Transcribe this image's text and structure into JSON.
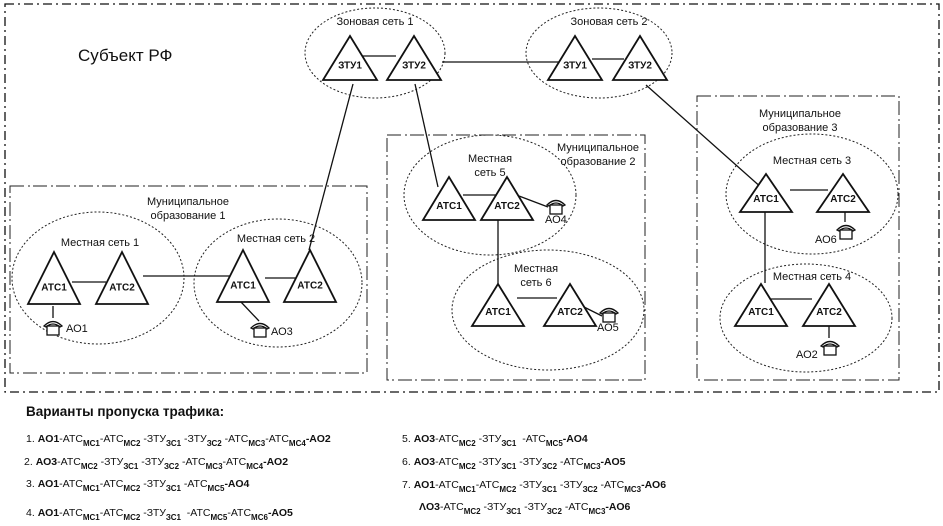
{
  "region_label": "Субъект РФ",
  "zones": [
    {
      "label": "Зоновая сеть 1",
      "nodes": [
        "ЗТУ1",
        "ЗТУ2"
      ]
    },
    {
      "label": "Зоновая сеть 2",
      "nodes": [
        "ЗТУ1",
        "ЗТУ2"
      ]
    }
  ],
  "municipalities": [
    {
      "label_line1": "Муниципальное",
      "label_line2": "образование 1"
    },
    {
      "label_line1": "Муниципальное",
      "label_line2": "образование 2"
    },
    {
      "label_line1": "Муниципальное",
      "label_line2": "образование 3"
    }
  ],
  "local_networks": [
    {
      "label": "Местная сеть 1",
      "nodes": [
        "АТС1",
        "АТС2"
      ],
      "subscriber": "АО1"
    },
    {
      "label": "Местная сеть 2",
      "nodes": [
        "АТС1",
        "АТС2"
      ],
      "subscriber": "АО3"
    },
    {
      "label_line1": "Местная",
      "label_line2": "сеть 5",
      "nodes": [
        "АТС1",
        "АТС2"
      ],
      "subscriber": "АО4"
    },
    {
      "label_line1": "Местная",
      "label_line2": "сеть 6",
      "nodes": [
        "АТС1",
        "АТС2"
      ],
      "subscriber": "АО5"
    },
    {
      "label": "Местная сеть 3",
      "nodes": [
        "АТС1",
        "АТС2"
      ],
      "subscriber": "АО6"
    },
    {
      "label": "Местная сеть 4",
      "nodes": [
        "АТС1",
        "АТС2"
      ],
      "subscriber": "АО2"
    }
  ],
  "traffic": {
    "title": "Варианты пропуска трафика:",
    "routes": [
      {
        "num": "1.",
        "parts": [
          [
            "AO1",
            "",
            true
          ],
          [
            "-АТС",
            "МС1",
            false
          ],
          [
            "-АТС",
            "МС2",
            false
          ],
          [
            " -ЗТУ",
            "ЗС1",
            false
          ],
          [
            " -ЗТУ",
            "ЗС2",
            false
          ],
          [
            " -АТС",
            "МС3",
            false
          ],
          [
            "-АТС",
            "МС4",
            false
          ],
          [
            "-АО2",
            "",
            true
          ]
        ]
      },
      {
        "num": "2.",
        "parts": [
          [
            "АО3",
            "",
            true
          ],
          [
            "-АТС",
            "МС2",
            false
          ],
          [
            " -ЗТУ",
            "ЗС1",
            false
          ],
          [
            " -ЗТУ",
            "ЗС2",
            false
          ],
          [
            " -АТС",
            "МС3",
            false
          ],
          [
            "-АТС",
            "МС4",
            false
          ],
          [
            "-АО2",
            "",
            true
          ]
        ]
      },
      {
        "num": "3.",
        "parts": [
          [
            "АО1",
            "",
            true
          ],
          [
            "-АТС",
            "МС1",
            false
          ],
          [
            "-АТС",
            "МС2",
            false
          ],
          [
            " -ЗТУ",
            "ЗС1",
            false
          ],
          [
            " -АТС",
            "МС5",
            false
          ],
          [
            "-АО4",
            "",
            true
          ]
        ]
      },
      {
        "num": "4.",
        "parts": [
          [
            "АО1",
            "",
            true
          ],
          [
            "-АТС",
            "МС1",
            false
          ],
          [
            "-АТС",
            "МС2",
            false
          ],
          [
            " -ЗТУ",
            "ЗС1",
            false
          ],
          [
            "  -АТС",
            "МС5",
            false
          ],
          [
            "-АТС",
            "МС6",
            false
          ],
          [
            "-АО5",
            "",
            true
          ]
        ]
      },
      {
        "num": "5.",
        "parts": [
          [
            "АО3",
            "",
            true
          ],
          [
            "-АТС",
            "МС2",
            false
          ],
          [
            " -ЗТУ",
            "ЗС1",
            false
          ],
          [
            "  -АТС",
            "МС5",
            false
          ],
          [
            "-АО4",
            "",
            true
          ]
        ]
      },
      {
        "num": "6.",
        "parts": [
          [
            "АО3",
            "",
            true
          ],
          [
            "-АТС",
            "МС2",
            false
          ],
          [
            " -ЗТУ",
            "ЗС1",
            false
          ],
          [
            " -ЗТУ",
            "ЗС2",
            false
          ],
          [
            " -АТС",
            "МС3",
            false
          ],
          [
            "-АО5",
            "",
            true
          ]
        ]
      },
      {
        "num": "7.",
        "parts": [
          [
            "АО1",
            "",
            true
          ],
          [
            "-АТС",
            "МС1",
            false
          ],
          [
            "-АТС",
            "МС2",
            false
          ],
          [
            " -ЗТУ",
            "ЗС1",
            false
          ],
          [
            " -ЗТУ",
            "ЗС2",
            false
          ],
          [
            " -АТС",
            "МС3",
            false
          ],
          [
            "-АО6",
            "",
            true
          ]
        ]
      },
      {
        "num": "",
        "parts": [
          [
            "ɅO3",
            "",
            true
          ],
          [
            "-АТС",
            "МС2",
            false
          ],
          [
            " -ЗТУ",
            "ЗС1",
            false
          ],
          [
            " -ЗТУ",
            "ЗС2",
            false
          ],
          [
            " -АТС",
            "МС3",
            false
          ],
          [
            "-АО6",
            "",
            true
          ]
        ]
      }
    ]
  }
}
